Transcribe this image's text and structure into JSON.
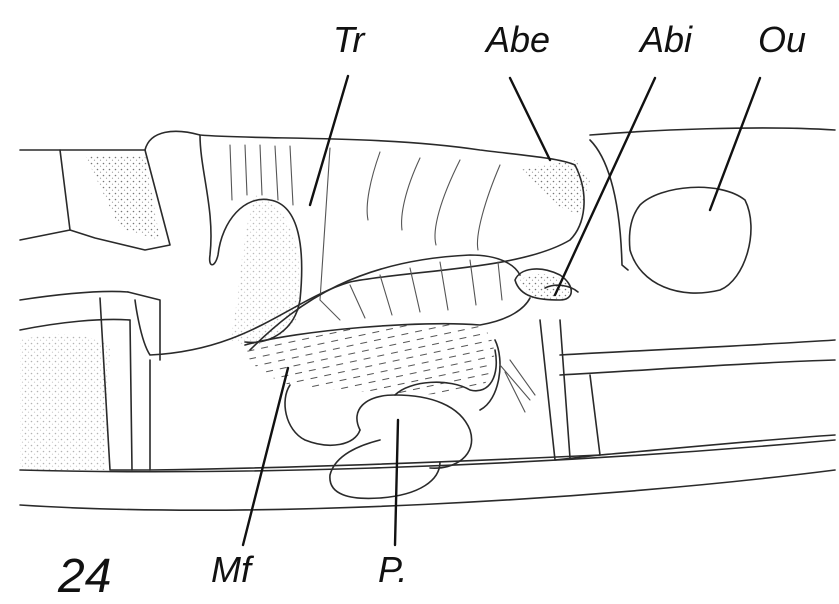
{
  "figure": {
    "number": "24",
    "labels": {
      "tr": "Tr",
      "abe": "Abe",
      "abi": "Abi",
      "ou": "Ou",
      "mf": "Mf",
      "p": "P."
    }
  }
}
